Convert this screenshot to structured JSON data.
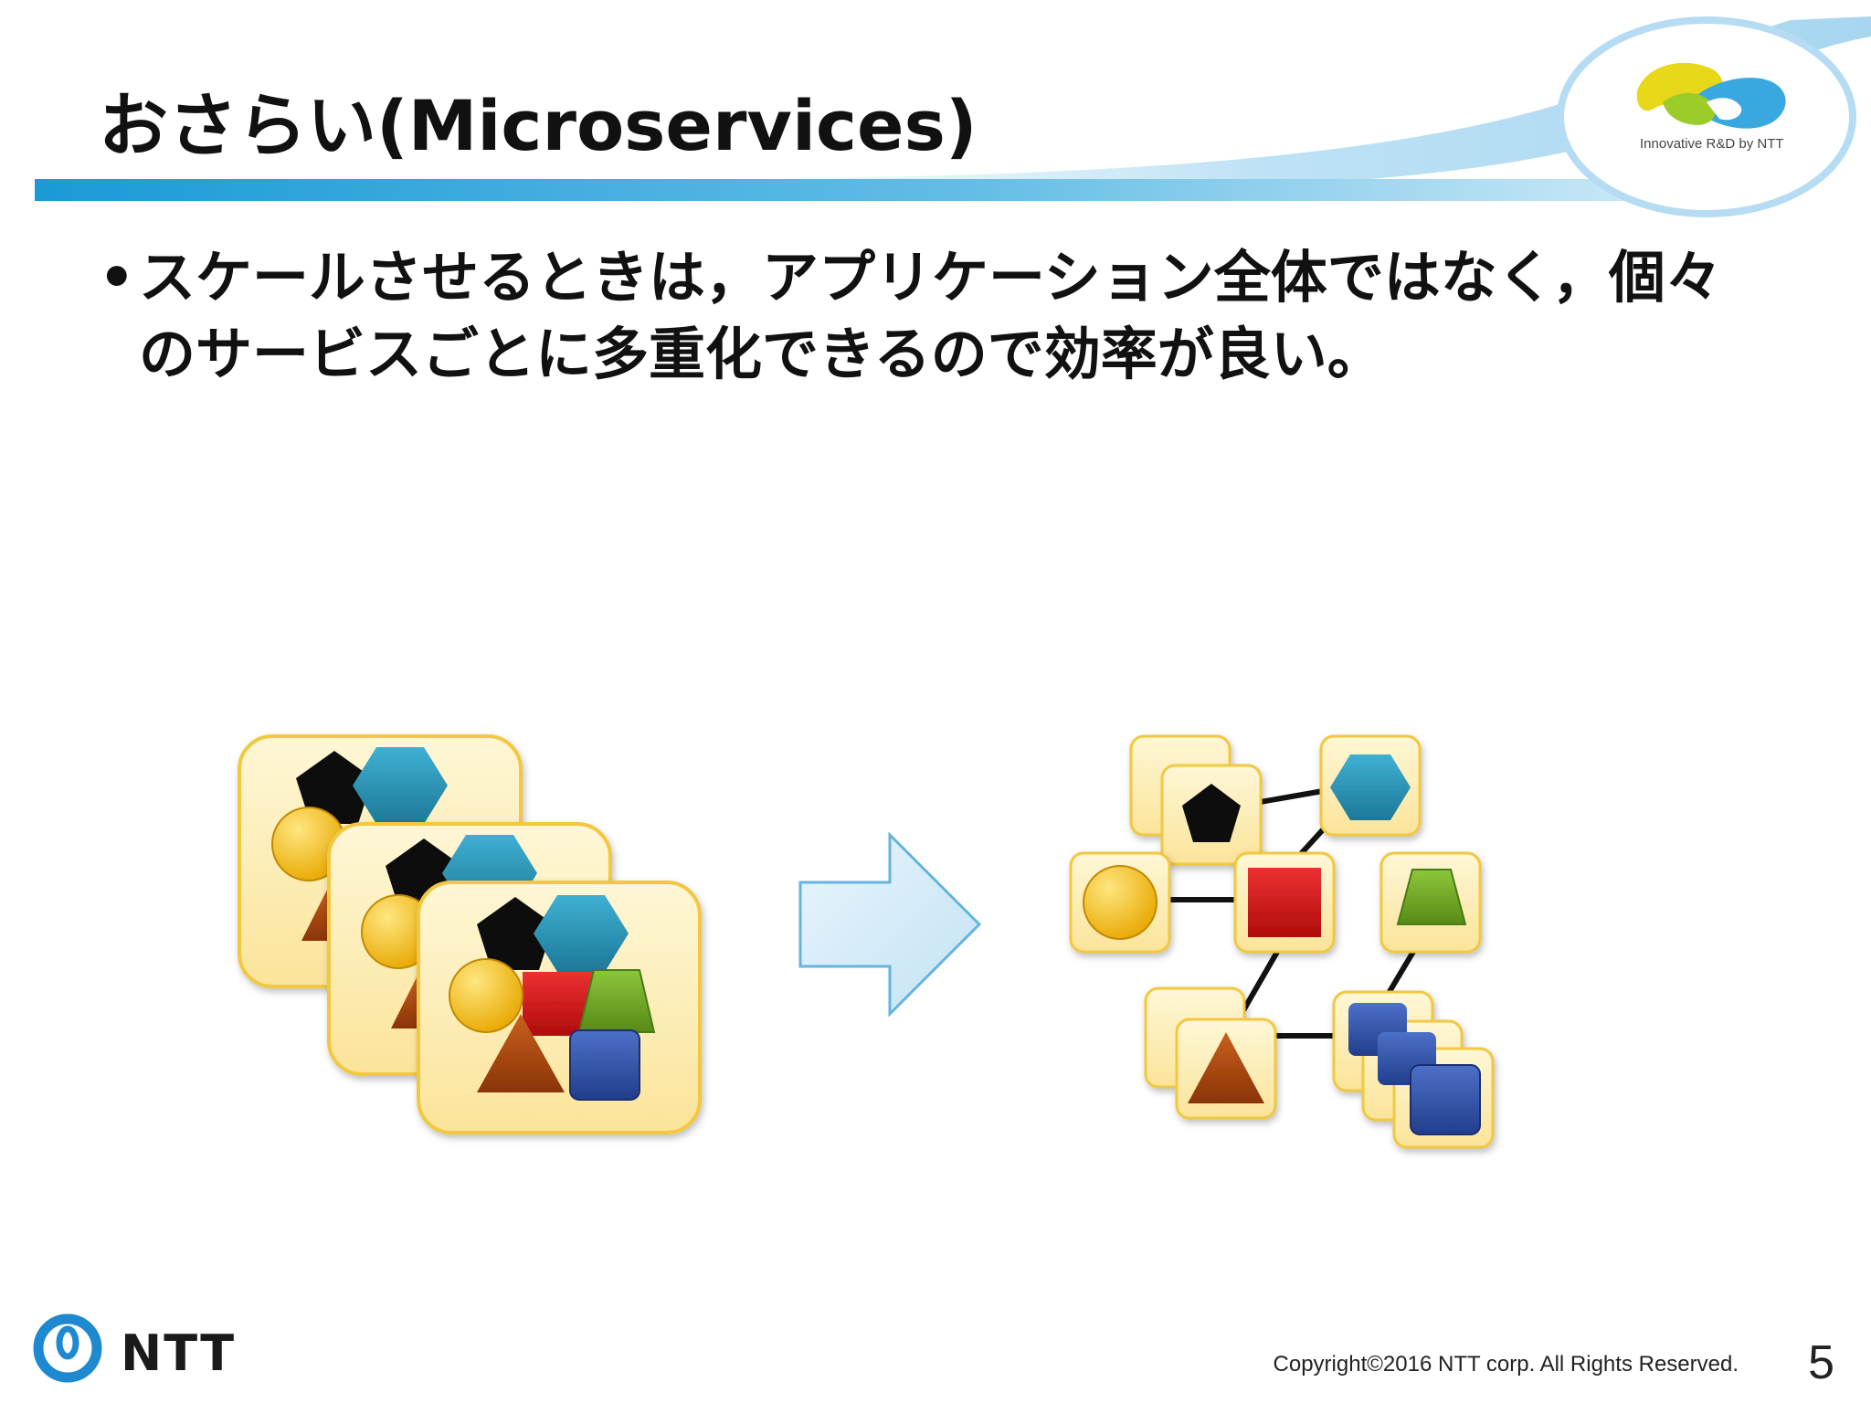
{
  "slide": {
    "title": "おさらい(Microservices)",
    "bullet_marker": "•",
    "bullet_text": "スケールさせるときは，アプリケーション全体ではなく，個々のサービスごとに多重化できるので効率が良い。",
    "slide_number": "5"
  },
  "header": {
    "badge_text": "Innovative R&D by NTT"
  },
  "footer": {
    "brand": "NTT",
    "copyright": "Copyright©2016  NTT corp. All Rights Reserved."
  },
  "colors": {
    "accent_blue": "#2a9fd8",
    "tile_fill": "#fdeeb0",
    "tile_border": "#f2c840",
    "shape_black": "#111111",
    "shape_teal": "#2a92b6",
    "shape_yellow": "#f4b800",
    "shape_red": "#d01818",
    "shape_green": "#6ea624",
    "shape_brown": "#a84410",
    "shape_blue": "#3050a8",
    "arrow_fill": "#d4ecf8",
    "arrow_stroke": "#64b4de"
  },
  "icons": [
    "pentagon-icon",
    "hexagon-icon",
    "circle-icon",
    "square-icon",
    "trapezoid-icon",
    "triangle-icon",
    "right-arrow-icon",
    "ntt-logo-icon"
  ]
}
